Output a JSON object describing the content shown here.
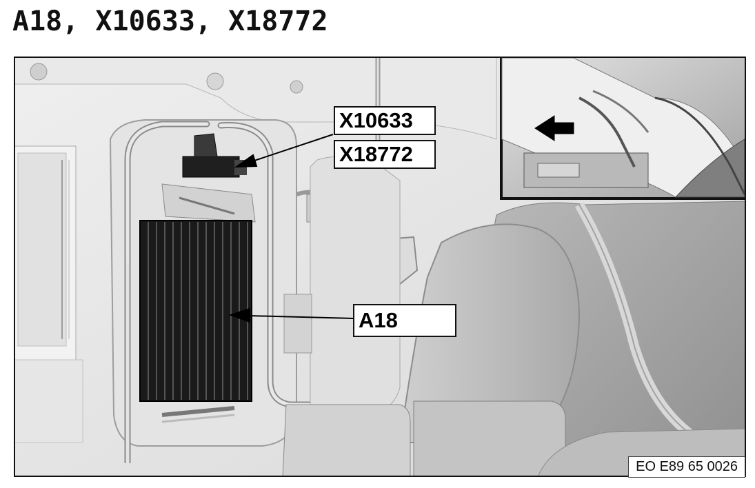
{
  "header": {
    "title": "A18, X10633, X18772"
  },
  "labels": {
    "connector_1": "X10633",
    "connector_2": "X18772",
    "component": "A18"
  },
  "figure": {
    "reference_code": "EO E89 65 0026"
  },
  "colors": {
    "background": "#ffffff",
    "panel_light": "#e6e6e6",
    "panel_mid": "#cfcfcf",
    "panel_dark": "#9a9a9a",
    "module_black": "#151515",
    "outline": "#111111"
  }
}
